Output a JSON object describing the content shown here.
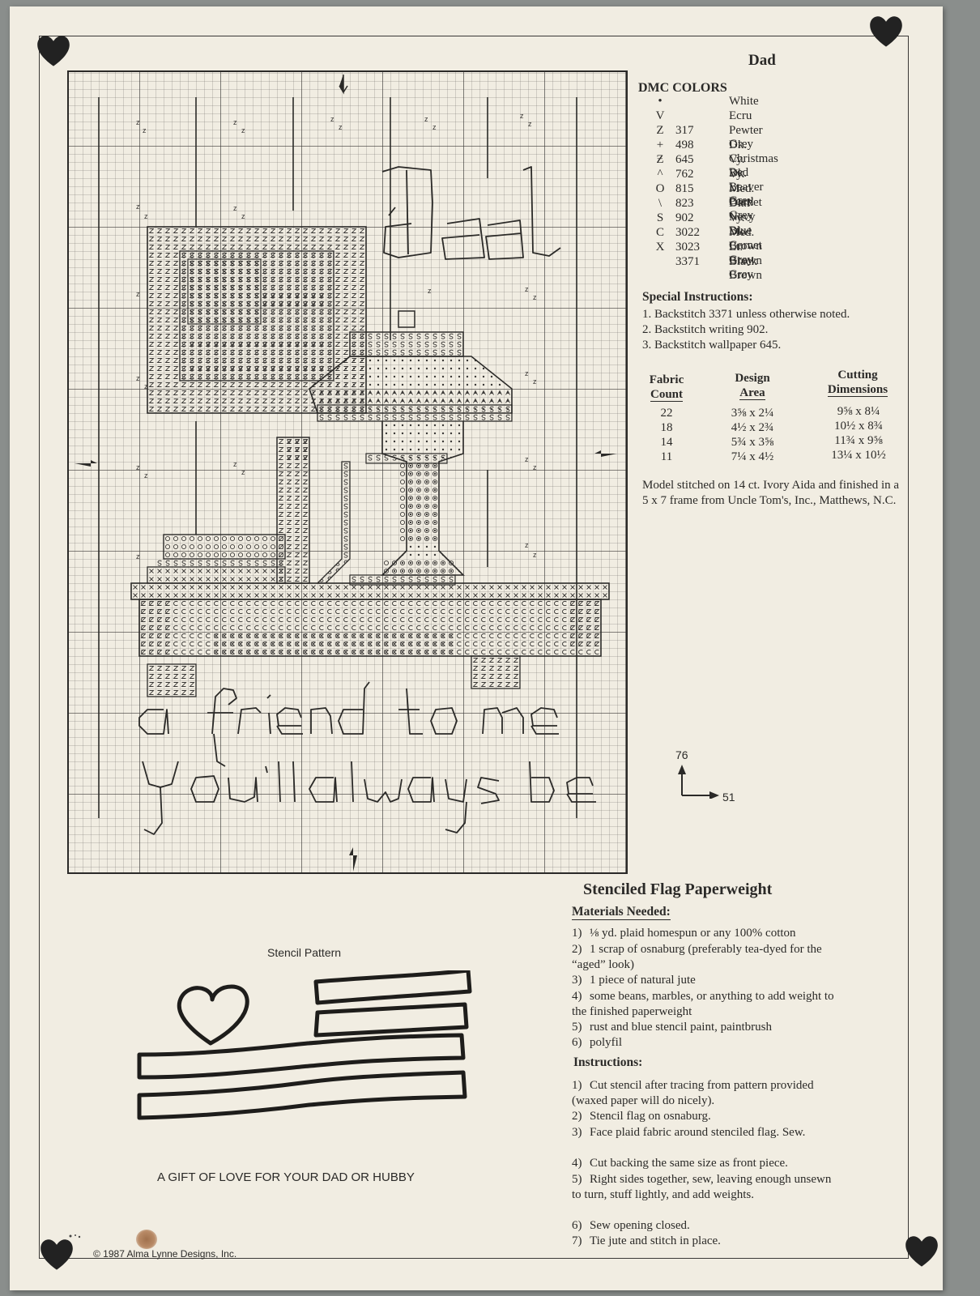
{
  "pattern": {
    "title": "Dad",
    "chart_lettering": {
      "word": "Dad",
      "line1": "a friend to me",
      "line2": "You'll always be"
    },
    "dmc_heading": "DMC COLORS",
    "colors": [
      {
        "symbol": "•",
        "number": "",
        "name": "White"
      },
      {
        "symbol": "V",
        "number": "",
        "name": "Ecru"
      },
      {
        "symbol": "Z",
        "number": "317",
        "name": "Pewter Grey"
      },
      {
        "symbol": "+",
        "number": "498",
        "name": "Dk. Christmas Red"
      },
      {
        "symbol": "Ƶ",
        "number": "645",
        "name": "Vy. Dk. Beaver Grey"
      },
      {
        "symbol": "^",
        "number": "762",
        "name": "Vy. Lt. Pearl Grey"
      },
      {
        "symbol": "O",
        "number": "815",
        "name": "Med. Garnet"
      },
      {
        "symbol": "\\",
        "number": "823",
        "name": "Dk. Navy Blue"
      },
      {
        "symbol": "S",
        "number": "902",
        "name": "Vy. Dk. Garnet"
      },
      {
        "symbol": "C",
        "number": "3022",
        "name": "Med. Brown Grey"
      },
      {
        "symbol": "X",
        "number": "3023",
        "name": "Lt. Brown Grey"
      },
      {
        "symbol": "",
        "number": "3371",
        "name": "Black Brown"
      }
    ],
    "special_heading": "Special Instructions:",
    "special": [
      "1. Backstitch 3371 unless otherwise noted.",
      "2. Backstitch writing 902.",
      "3. Backstitch wallpaper 645."
    ],
    "table": {
      "headers": [
        "Fabric Count",
        "Design Area",
        "Cutting Dimensions"
      ],
      "header_lines": [
        [
          "Fabric",
          "Count"
        ],
        [
          "Design",
          "Area"
        ],
        [
          "Cutting",
          "Dimensions"
        ]
      ],
      "rows": [
        [
          "22",
          "3⅝ x 2¼",
          "9⅝ x  8¼"
        ],
        [
          "18",
          "4½ x 2¾",
          "10½ x  8¾"
        ],
        [
          "14",
          "5¾ x 3⅝",
          "11¾ x  9⅝"
        ],
        [
          "11",
          "7¼ x 4½",
          "13¼ x 10½"
        ]
      ]
    },
    "model_note": "Model stitched on 14 ct. Ivory Aida and finished in a 5 x 7 frame from Uncle Tom's, Inc., Matthews, N.C.",
    "stitch_count": {
      "height": "76",
      "width": "51"
    }
  },
  "flag": {
    "title": "Stenciled Flag Paperweight",
    "materials_heading": "Materials Needed:",
    "materials": [
      {
        "n": "1)",
        "text": "⅛ yd. plaid homespun or any 100% cotton"
      },
      {
        "n": "2)",
        "text": "1 scrap of osnaburg (preferably tea-dyed for the “aged” look)"
      },
      {
        "n": "3)",
        "text": "1 piece of natural jute"
      },
      {
        "n": "4)",
        "text": "some beans, marbles, or anything to add weight to the finished paperweight"
      },
      {
        "n": "5)",
        "text": "rust and blue stencil paint, paintbrush"
      },
      {
        "n": "6)",
        "text": "polyfil"
      }
    ],
    "instructions_heading": "Instructions:",
    "instructions": [
      {
        "n": "1)",
        "text": "Cut stencil after tracing from pattern provided (waxed paper will do nicely)."
      },
      {
        "n": "2)",
        "text": "Stencil flag on osnaburg."
      },
      {
        "n": "3)",
        "text": "Face plaid fabric around stenciled flag. Sew."
      },
      {
        "n": "4)",
        "text": "Cut backing the same size as front piece."
      },
      {
        "n": "5)",
        "text": "Right sides together, sew, leaving enough unsewn to turn, stuff lightly, and add weights."
      },
      {
        "n": "6)",
        "text": "Sew opening closed."
      },
      {
        "n": "7)",
        "text": "Tie jute and stitch in place."
      }
    ],
    "stencil_label": "Stencil Pattern",
    "gift_caption": "A GIFT OF LOVE FOR YOUR DAD OR HUBBY"
  },
  "copyright": "© 1987 Alma Lynne Designs, Inc.",
  "colors": {
    "paper": "#f1ede2",
    "ink": "#2b2a28",
    "background": "#8a8e8c"
  }
}
